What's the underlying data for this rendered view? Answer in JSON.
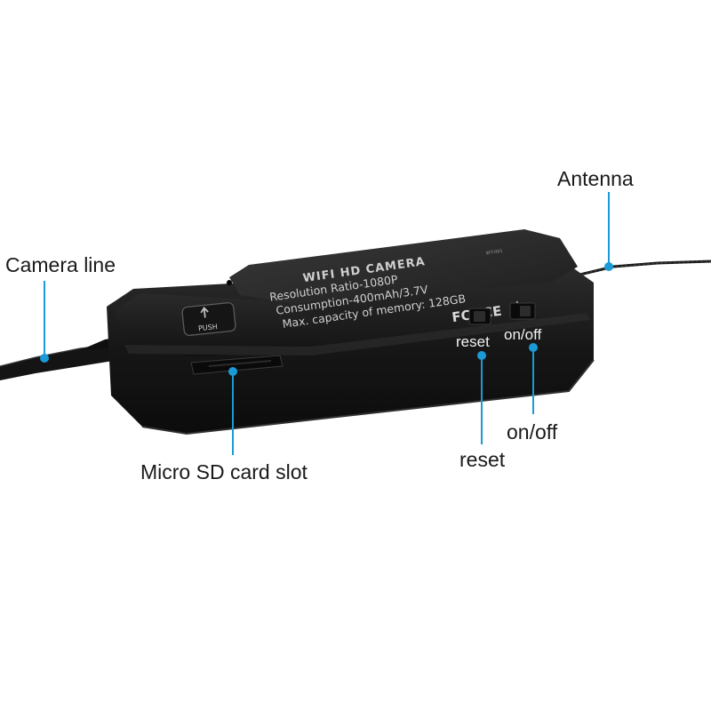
{
  "device": {
    "title": "WIFI HD CAMERA",
    "model_tag": "WT-001",
    "spec_lines": [
      "Resolution Ratio-1080P",
      "Consumption-400mAh/3.7V",
      "Max. capacity of memory: 128GB"
    ],
    "marks": {
      "fc": "FC",
      "ce": "CE"
    },
    "push_label": "PUSH",
    "switch_labels": {
      "reset": "reset",
      "onoff": "on/off"
    }
  },
  "callouts": {
    "antenna": "Antenna",
    "camera_line": "Camera line",
    "micro_sd": "Micro SD card slot",
    "onoff": "on/off",
    "reset": "reset"
  },
  "colors": {
    "accent": "#1a9ad6",
    "device_body": "#1b1b1b",
    "label_text": "#1a1a1a",
    "background": "#ffffff"
  }
}
